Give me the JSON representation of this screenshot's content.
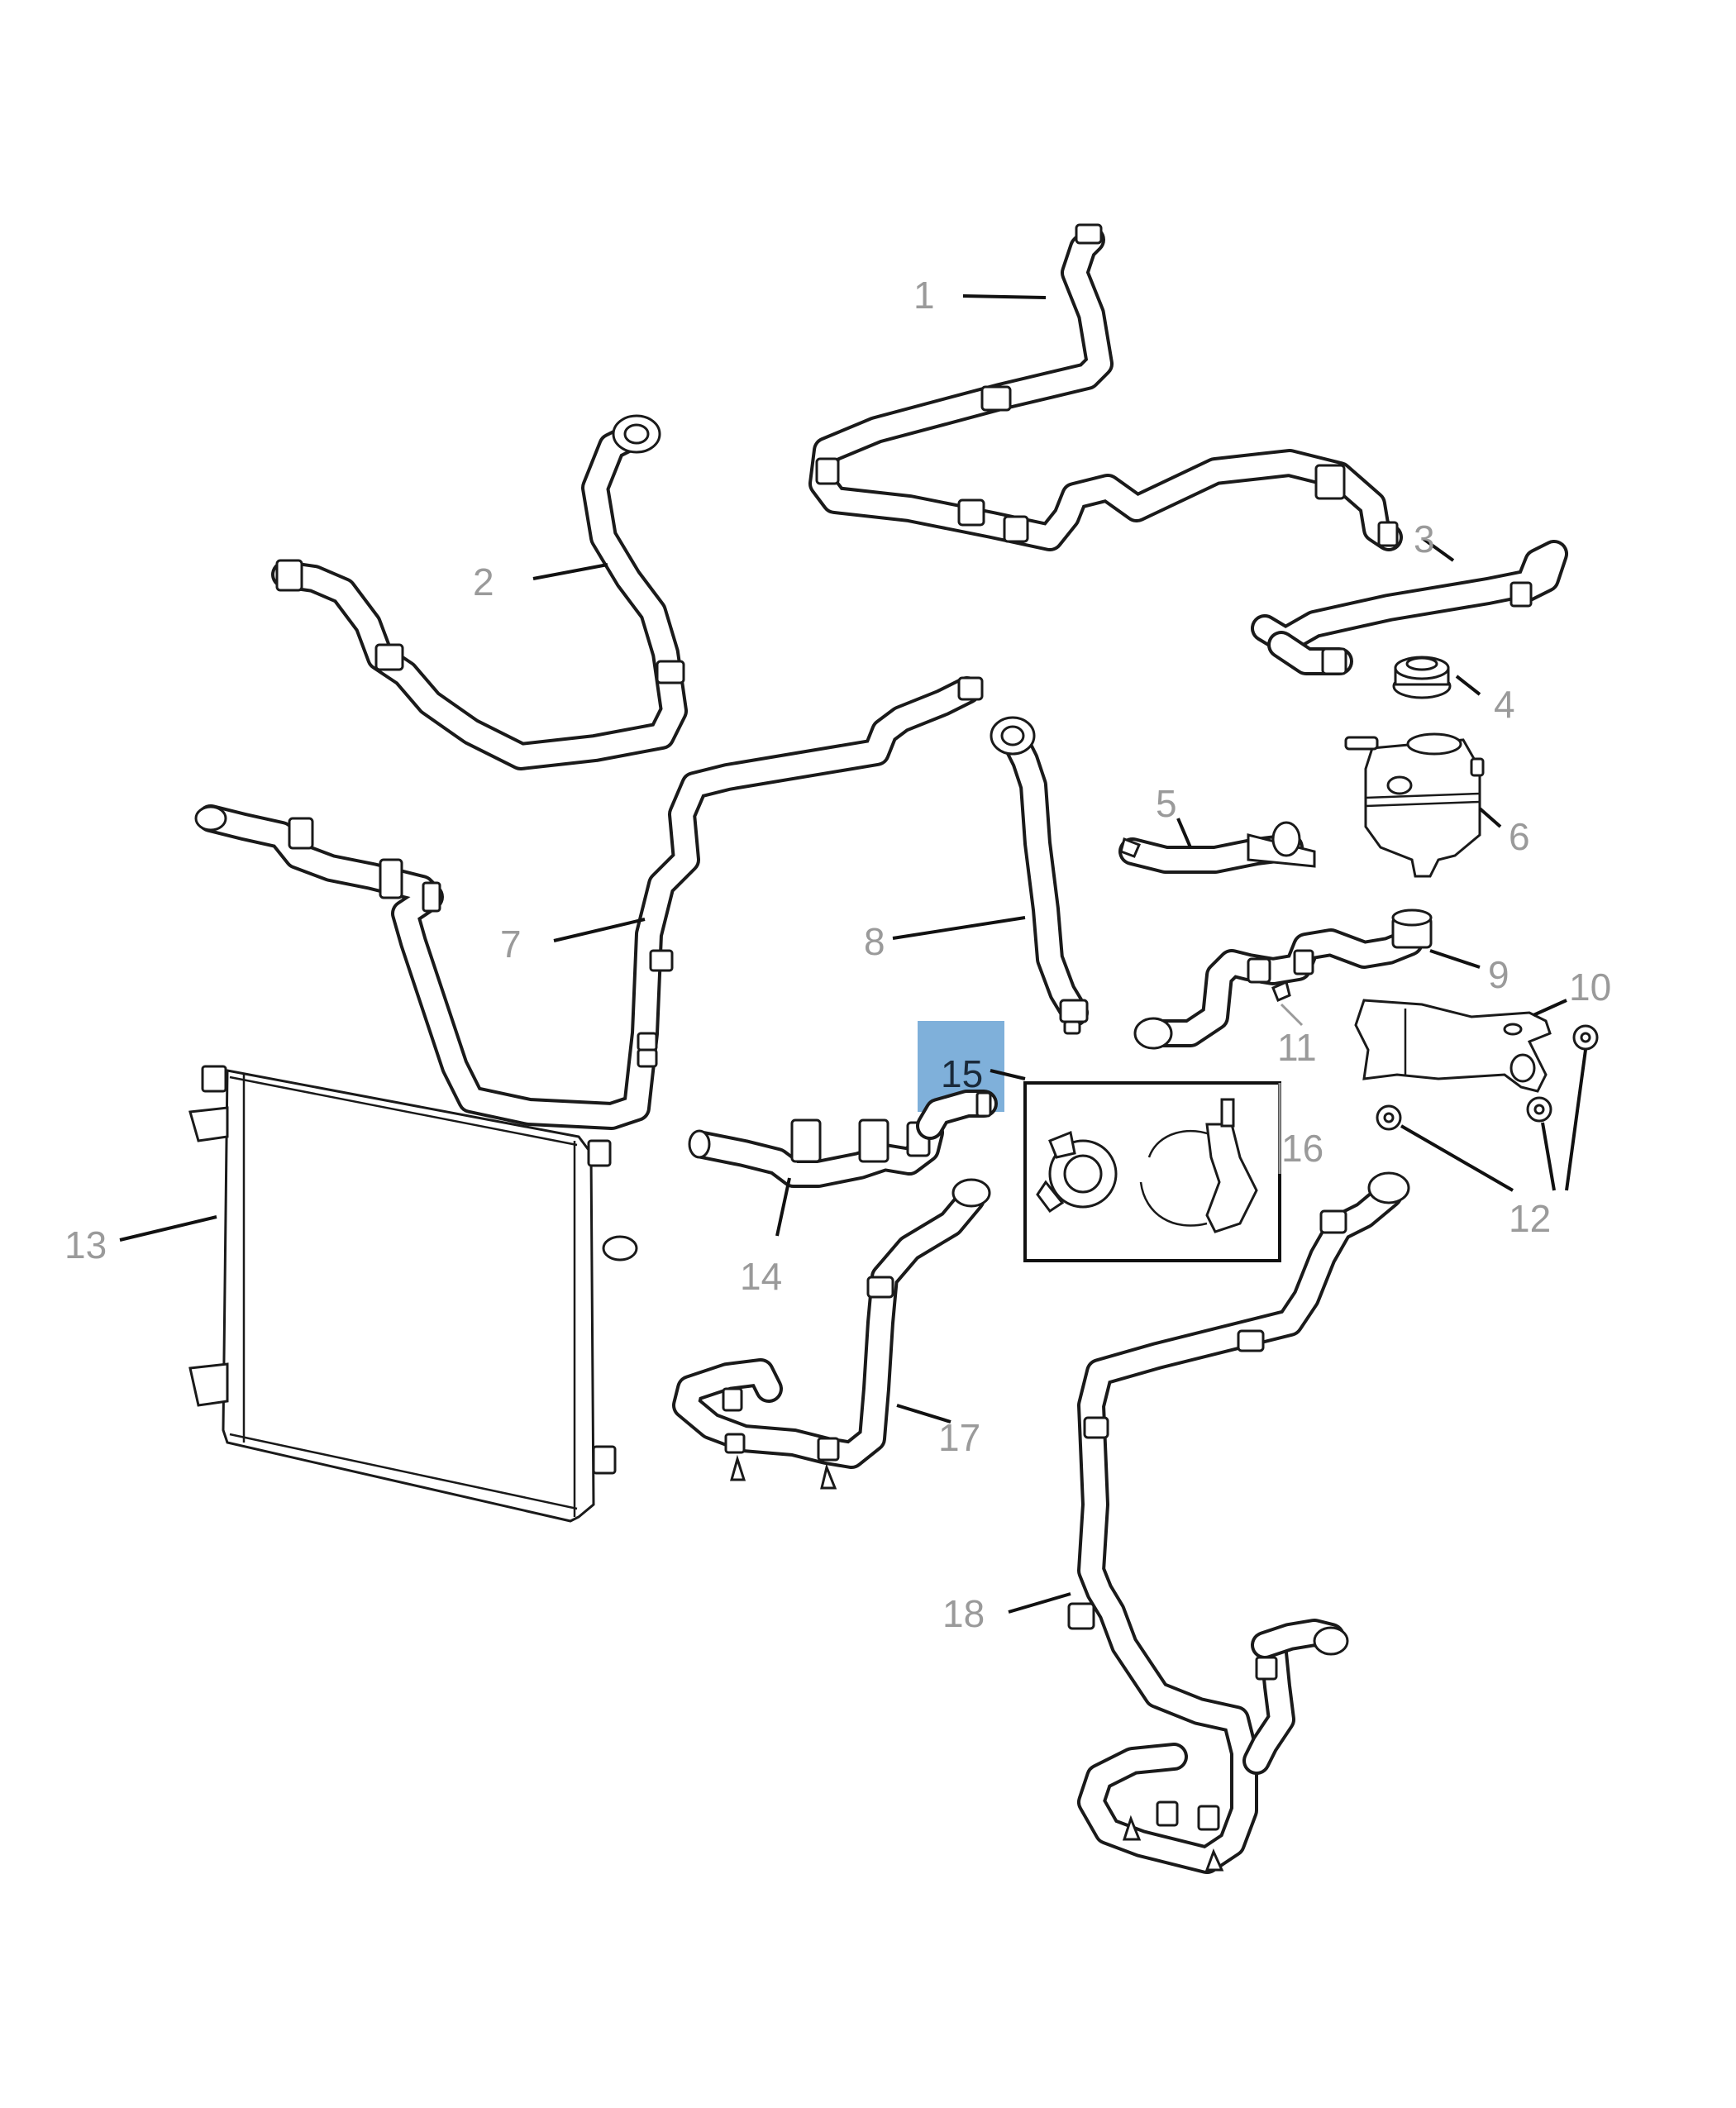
{
  "diagram": {
    "highlight_color": "#7fb0da",
    "callout_color": "#9a9a9a",
    "line_color": "#1a1a1a",
    "highlighted_part": "15",
    "callouts": {
      "c1": "1",
      "c2": "2",
      "c3": "3",
      "c4": "4",
      "c5": "5",
      "c6": "6",
      "c7": "7",
      "c8": "8",
      "c9": "9",
      "c10": "10",
      "c11": "11",
      "c12": "12",
      "c13": "13",
      "c14": "14",
      "c15": "15",
      "c16": "16",
      "c17": "17",
      "c18": "18"
    }
  }
}
